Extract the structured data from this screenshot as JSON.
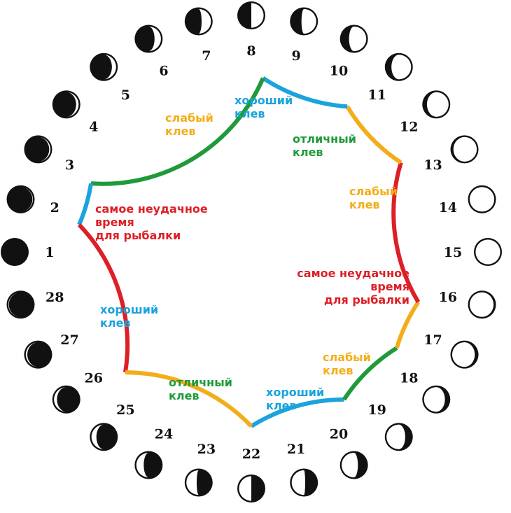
{
  "colors": {
    "bad": "#dd1f26",
    "good": "#1aa3dc",
    "excellent": "#1f9a3a",
    "weak": "#f4ad1a",
    "moon_dark": "#111111",
    "moon_light": "#ffffff"
  },
  "zones": [
    {
      "id": "good-top",
      "kind": "good",
      "lines": [
        "хороший",
        "клев"
      ]
    },
    {
      "id": "excellent-top",
      "kind": "excellent",
      "lines": [
        "отличный",
        "клев"
      ]
    },
    {
      "id": "weak-right",
      "kind": "weak",
      "lines": [
        "слабый",
        "клев"
      ]
    },
    {
      "id": "bad-right",
      "kind": "bad",
      "lines": [
        "самое неудачное",
        "время",
        "для рыбалки"
      ]
    },
    {
      "id": "weak-lower-right",
      "kind": "weak",
      "lines": [
        "слабый",
        "клев"
      ]
    },
    {
      "id": "good-bottom",
      "kind": "good",
      "lines": [
        "хороший",
        "клев"
      ]
    },
    {
      "id": "excellent-bottom",
      "kind": "excellent",
      "lines": [
        "отличный",
        "клев"
      ]
    },
    {
      "id": "good-left",
      "kind": "good",
      "lines": [
        "хороший",
        "клев"
      ]
    },
    {
      "id": "bad-left",
      "kind": "bad",
      "lines": [
        "самое неудачное",
        "время",
        "для рыбалки"
      ]
    },
    {
      "id": "weak-top-left",
      "kind": "weak",
      "lines": [
        "слабый",
        "клев"
      ]
    }
  ],
  "ring_segments": [
    {
      "kind": "good",
      "from_day": 22,
      "to_day": 19.5
    },
    {
      "kind": "excellent",
      "from_day": 19.5,
      "to_day": 17.6
    },
    {
      "kind": "weak",
      "from_day": 17.6,
      "to_day": 16.3
    },
    {
      "kind": "bad",
      "from_day": 16.3,
      "to_day": 12.6
    },
    {
      "kind": "weak",
      "from_day": 12.6,
      "to_day": 10.6
    },
    {
      "kind": "good",
      "from_day": 10.6,
      "to_day": 8.3
    },
    {
      "kind": "excellent",
      "from_day": 8.3,
      "to_day": 2.8
    },
    {
      "kind": "good",
      "from_day": 2.8,
      "to_day": 1.7
    },
    {
      "kind": "bad",
      "from_day": 1.7,
      "to_day": 25.6
    },
    {
      "kind": "weak",
      "from_day": 25.6,
      "to_day": 22
    }
  ],
  "days": [
    {
      "n": "1",
      "lit": 0.0,
      "side": "right"
    },
    {
      "n": "2",
      "lit": 0.02,
      "side": "right"
    },
    {
      "n": "3",
      "lit": 0.05,
      "side": "right"
    },
    {
      "n": "4",
      "lit": 0.1,
      "side": "right"
    },
    {
      "n": "5",
      "lit": 0.17,
      "side": "right"
    },
    {
      "n": "6",
      "lit": 0.26,
      "side": "right"
    },
    {
      "n": "7",
      "lit": 0.38,
      "side": "right"
    },
    {
      "n": "8",
      "lit": 0.5,
      "side": "right"
    },
    {
      "n": "9",
      "lit": 0.6,
      "side": "right"
    },
    {
      "n": "10",
      "lit": 0.7,
      "side": "right"
    },
    {
      "n": "11",
      "lit": 0.8,
      "side": "right"
    },
    {
      "n": "12",
      "lit": 0.88,
      "side": "right"
    },
    {
      "n": "13",
      "lit": 0.95,
      "side": "right"
    },
    {
      "n": "14",
      "lit": 1.0,
      "side": "right"
    },
    {
      "n": "15",
      "lit": 1.0,
      "side": "left"
    },
    {
      "n": "16",
      "lit": 0.97,
      "side": "left"
    },
    {
      "n": "17",
      "lit": 0.92,
      "side": "left"
    },
    {
      "n": "18",
      "lit": 0.85,
      "side": "left"
    },
    {
      "n": "19",
      "lit": 0.76,
      "side": "left"
    },
    {
      "n": "20",
      "lit": 0.66,
      "side": "left"
    },
    {
      "n": "21",
      "lit": 0.55,
      "side": "left"
    },
    {
      "n": "22",
      "lit": 0.5,
      "side": "left"
    },
    {
      "n": "23",
      "lit": 0.42,
      "side": "left"
    },
    {
      "n": "24",
      "lit": 0.3,
      "side": "left"
    },
    {
      "n": "25",
      "lit": 0.2,
      "side": "left"
    },
    {
      "n": "26",
      "lit": 0.12,
      "side": "left"
    },
    {
      "n": "27",
      "lit": 0.06,
      "side": "left"
    },
    {
      "n": "28",
      "lit": 0.02,
      "side": "left"
    }
  ]
}
